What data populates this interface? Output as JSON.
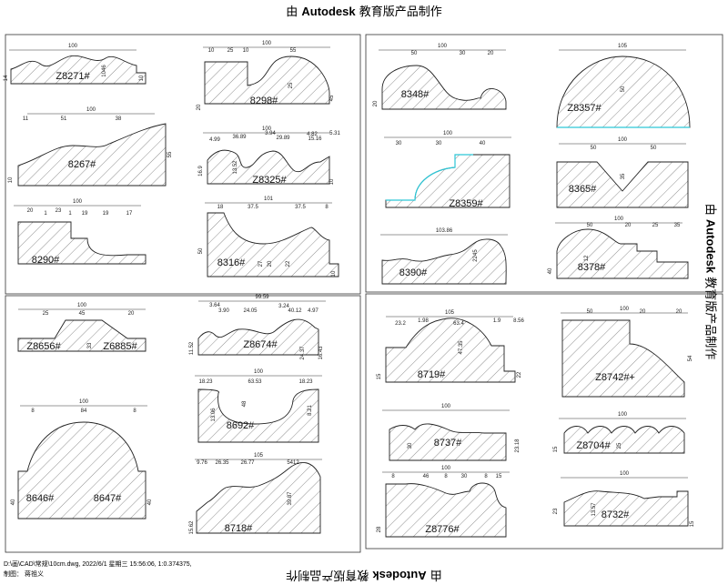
{
  "watermark": {
    "prefix": "由 ",
    "brand": "Autodesk",
    "suffix": " 教育版产品制作"
  },
  "footer": {
    "path_line": "D:\\画\\CAD\\常规\\10cm.dwg, 2022/6/1 星期三 15:56:06, 1:0.374375,",
    "author_line": "制图：  蒋祖义"
  },
  "profiles": [
    {
      "id": "Z8271#",
      "dims": [
        "100",
        "14",
        "10",
        "1046"
      ]
    },
    {
      "id": "8298#",
      "dims": [
        "100",
        "10",
        "25",
        "10",
        "55",
        "20",
        "45",
        "25"
      ]
    },
    {
      "id": "8267#",
      "dims": [
        "100",
        "11",
        "51",
        "38",
        "10",
        "55"
      ]
    },
    {
      "id": "Z8325#",
      "dims": [
        "100",
        "4.99",
        "36.89",
        "3.94",
        "29.89",
        "4.82",
        "15.16",
        "5.31",
        "16.9",
        "13.52",
        "10"
      ]
    },
    {
      "id": "8290#",
      "dims": [
        "100",
        "20",
        "1",
        "23",
        "1",
        "19",
        "19",
        "17"
      ]
    },
    {
      "id": "8316#",
      "dims": [
        "101",
        "18",
        "37.5",
        "37.5",
        "8",
        "50",
        "10",
        "27",
        "20",
        "22"
      ]
    },
    {
      "id": "8348#",
      "dims": [
        "100",
        "50",
        "30",
        "20",
        "20"
      ]
    },
    {
      "id": "Z8357#",
      "dims": [
        "105",
        "50"
      ]
    },
    {
      "id": "Z8359#",
      "dims": [
        "100",
        "30",
        "30",
        "40"
      ]
    },
    {
      "id": "8365#",
      "dims": [
        "100",
        "50",
        "50",
        "35"
      ]
    },
    {
      "id": "8390#",
      "dims": [
        "103.86",
        "2245"
      ]
    },
    {
      "id": "8378#",
      "dims": [
        "100",
        "50",
        "20",
        "25",
        "35",
        "40",
        "12"
      ]
    },
    {
      "id": "Z8656#",
      "dims": [
        "100",
        "25",
        "45",
        "20",
        "33"
      ]
    },
    {
      "id": "Z6885#",
      "dims": []
    },
    {
      "id": "Z8674#",
      "dims": [
        "99.59",
        "3.64",
        "3.90",
        "24.05",
        "3.24",
        "40.12",
        "4.97",
        "11.52",
        "24.37",
        "16.43"
      ]
    },
    {
      "id": "8692#",
      "dims": [
        "100",
        "18.23",
        "63.53",
        "18.23",
        "13.06",
        "48",
        "8.21"
      ]
    },
    {
      "id": "8646#",
      "dims": [
        "100",
        "8",
        "84",
        "8",
        "40",
        "40"
      ]
    },
    {
      "id": "8647#",
      "dims": []
    },
    {
      "id": "8718#",
      "dims": [
        "105",
        "9.76",
        "26.35",
        "26.77",
        "5412",
        "15.62",
        "39.87"
      ]
    },
    {
      "id": "8719#",
      "dims": [
        "105",
        "23.2",
        "1.98",
        "63.4",
        "1.9",
        "8.56",
        "15",
        "47.35",
        "22"
      ]
    },
    {
      "id": "Z8742#+",
      "dims": [
        "100",
        "50",
        "20",
        "20",
        "54"
      ]
    },
    {
      "id": "8737#",
      "dims": [
        "100",
        "30",
        "23.18"
      ]
    },
    {
      "id": "Z8704#",
      "dims": [
        "100",
        "15",
        "25"
      ]
    },
    {
      "id": "Z8776#",
      "dims": [
        "100",
        "8",
        "46",
        "8",
        "30",
        "8",
        "15",
        "28"
      ]
    },
    {
      "id": "8732#",
      "dims": [
        "100",
        "23",
        "13.57",
        "15"
      ]
    }
  ]
}
